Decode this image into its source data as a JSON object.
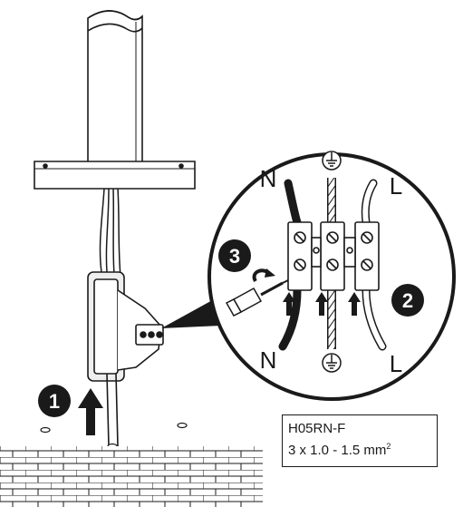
{
  "labels": {
    "neutral_top": "N",
    "live_top": "L",
    "neutral_bottom": "N",
    "live_bottom": "L"
  },
  "steps": [
    "1",
    "2",
    "3"
  ],
  "cable_spec": {
    "type": "H05RN-F",
    "size": "3 x 1.0 - 1.5 mm",
    "size_sup": "2"
  },
  "icons": [
    "earth-ground-icon",
    "screwdriver-icon",
    "up-arrow-icon",
    "rotate-arrow-icon"
  ],
  "colors": {
    "ink": "#1a1a1a",
    "fill": "#ffffff",
    "hatch": "#555555"
  }
}
